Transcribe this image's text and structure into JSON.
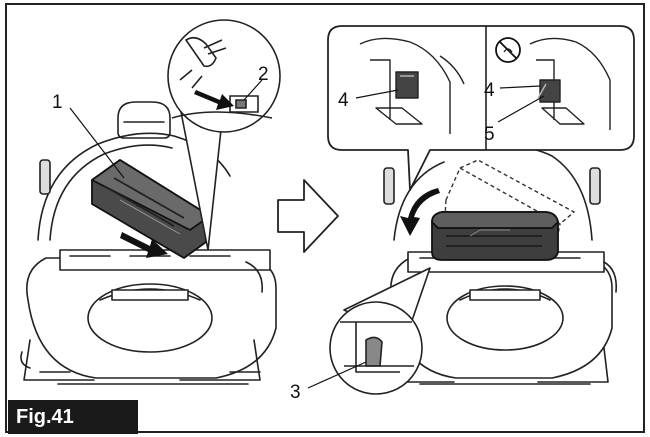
{
  "figure": {
    "label": "Fig.41",
    "callouts": {
      "battery": "1",
      "release_button": "2",
      "hook": "3",
      "indicator_left": "4",
      "indicator_right": "4",
      "tab": "5"
    },
    "icons": {
      "push_arrow": "arrow-right-icon",
      "step_arrow": "outlined-arrow-right-icon",
      "rotate_arrow": "curved-arrow-down-icon",
      "prohibited": "no-symbol-icon"
    }
  }
}
